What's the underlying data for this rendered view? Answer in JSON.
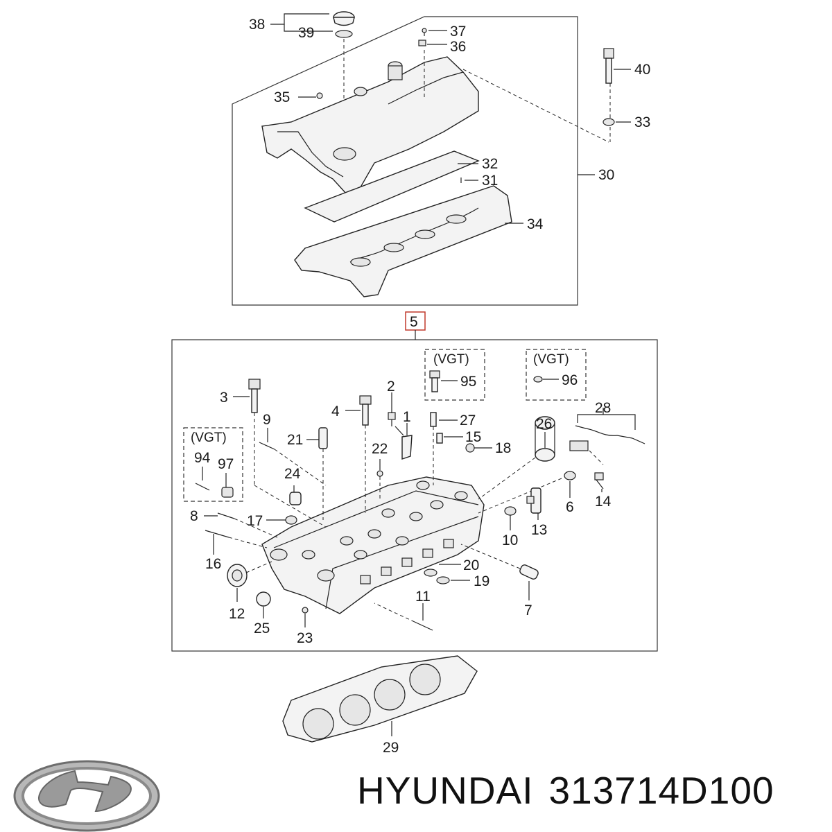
{
  "labels": {
    "l38": "38",
    "l39": "39",
    "l37": "37",
    "l36": "36",
    "l40": "40",
    "l35": "35",
    "l33": "33",
    "l32": "32",
    "l31": "31",
    "l30": "30",
    "l34": "34",
    "l5": "5",
    "vgt_a": "(VGT)",
    "l95": "95",
    "vgt_b": "(VGT)",
    "l96": "96",
    "l3": "3",
    "l2": "2",
    "l4": "4",
    "l1": "1",
    "l27": "27",
    "l15": "15",
    "l18": "18",
    "l9": "9",
    "l21": "21",
    "l22": "22",
    "l26": "26",
    "l28": "28",
    "vgt_c": "(VGT)",
    "l94": "94",
    "l97": "97",
    "l24": "24",
    "l6": "6",
    "l14": "14",
    "l8": "8",
    "l17": "17",
    "l13": "13",
    "l10": "10",
    "l16": "16",
    "l20": "20",
    "l19": "19",
    "l12": "12",
    "l11": "11",
    "l7": "7",
    "l25": "25",
    "l23": "23",
    "l29": "29"
  },
  "brand": {
    "name": "HYUNDAI",
    "logo": "hyundai-logo",
    "color": "#8a8a8a"
  },
  "part_number": "313714D100"
}
